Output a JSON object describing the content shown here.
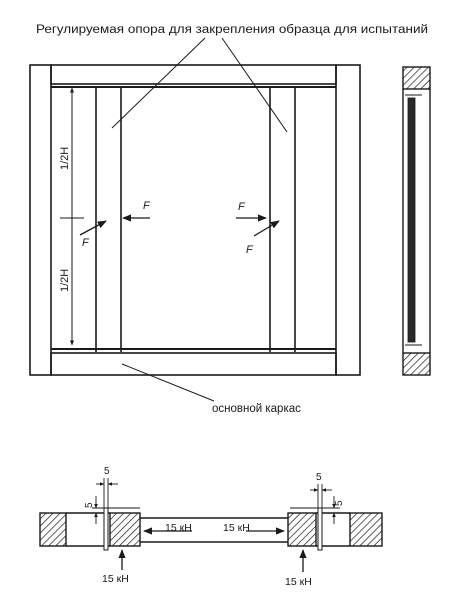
{
  "labels": {
    "support_caption": "Регулируемая опора для закрепления образца для испытаний",
    "frame_caption": "основной каркас",
    "half_h_top": "1/2H",
    "half_h_bottom": "1/2H",
    "force_f": "F",
    "dim_5": "5",
    "force_15kn": "15 кН"
  },
  "colors": {
    "line": "#1a1a1a",
    "paper": "#ffffff"
  }
}
